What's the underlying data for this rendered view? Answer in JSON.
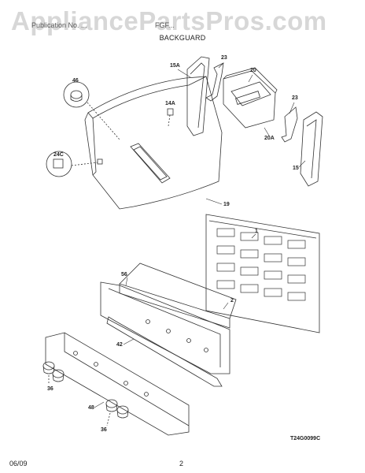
{
  "header": {
    "left": "Publication No. ...",
    "right": "FGF...",
    "title": "BACKGUARD"
  },
  "watermark": "AppliancePartsPros.com",
  "footer": {
    "date": "06/09",
    "page": "2"
  },
  "diagram_code": "T24G0099C",
  "callouts": {
    "p46": "46",
    "p15a": "15A",
    "p23a": "23",
    "p20": "20",
    "p14a": "14A",
    "p23b": "23",
    "p24c": "24C",
    "p20a": "20A",
    "p15": "15",
    "p19": "19",
    "p1": "1",
    "p56": "56",
    "p2": "2",
    "p42": "42",
    "p36a": "36",
    "p48": "48",
    "p36b": "36"
  }
}
